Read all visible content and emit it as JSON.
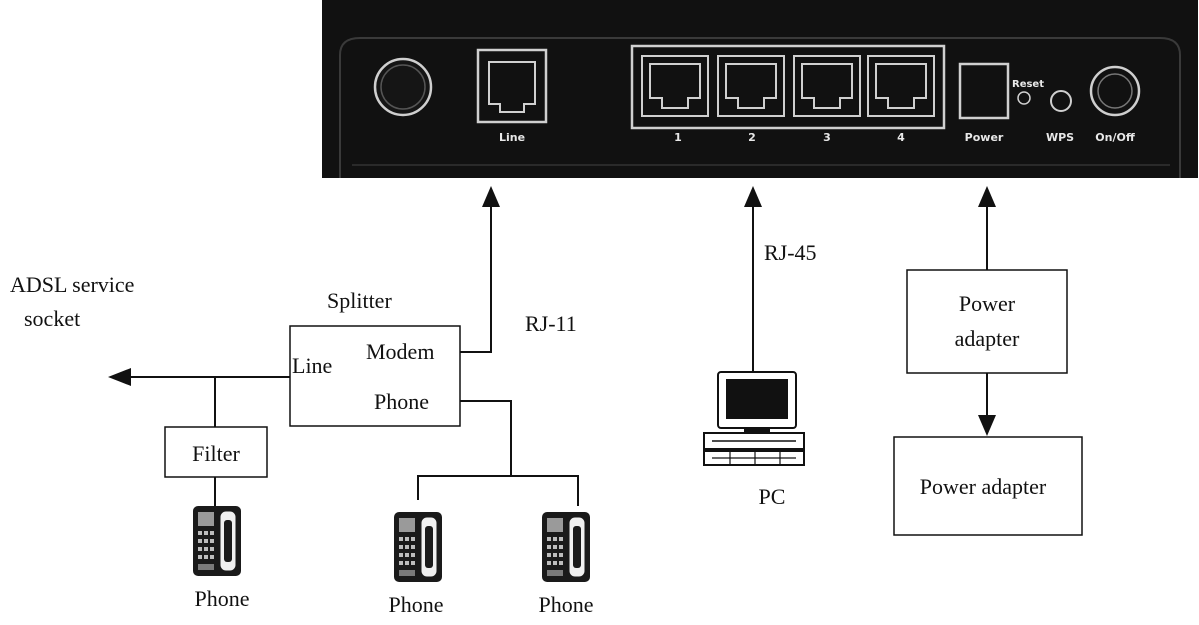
{
  "router": {
    "line_port_label": "Line",
    "lan_port_labels": [
      "1",
      "2",
      "3",
      "4"
    ],
    "power_port_label": "Power",
    "reset_label": "Reset",
    "wps_label": "WPS",
    "onoff_label": "On/Off"
  },
  "labels": {
    "adsl_line1": "ADSL service",
    "adsl_line2": "socket",
    "splitter_title": "Splitter",
    "splitter_line": "Line",
    "splitter_modem": "Modem",
    "splitter_phone": "Phone",
    "rj11": "RJ-11",
    "rj45": "RJ-45",
    "filter": "Filter",
    "pc": "PC",
    "power_adapter_1a": "Power",
    "power_adapter_1b": "adapter",
    "power_adapter_2": "Power adapter",
    "phone_left": "Phone",
    "phone_mid": "Phone",
    "phone_right": "Phone"
  },
  "colors": {
    "router_body": "#111111",
    "router_label": "#e8e8e8",
    "line": "#111111"
  }
}
